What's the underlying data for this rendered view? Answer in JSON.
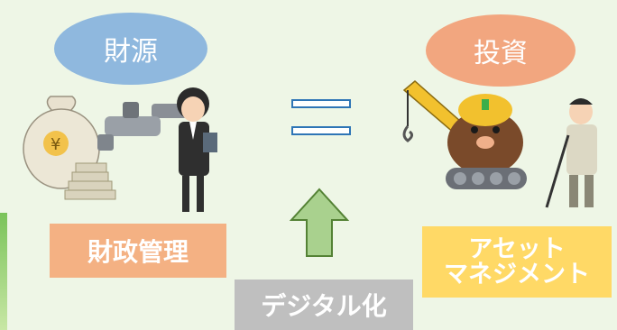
{
  "left": {
    "bubble_label": "財源",
    "box_label": "財政管理"
  },
  "right": {
    "bubble_label": "投資",
    "box_label_line1": "アセット",
    "box_label_line2": "マネジメント"
  },
  "center": {
    "equals_icon": "equals-sign-icon",
    "arrow_icon": "up-arrow-icon",
    "bottom_label": "デジタル化"
  },
  "colors": {
    "background": "#eef6e6",
    "bubble_left": "#8fb8de",
    "bubble_right": "#f2a67f",
    "box_finance": "#f4b183",
    "box_asset": "#ffd966",
    "box_digital": "#bfbfbf",
    "arrow_fill": "#a9d18e",
    "arrow_stroke": "#548235",
    "equals_stroke": "#2e75b6"
  }
}
